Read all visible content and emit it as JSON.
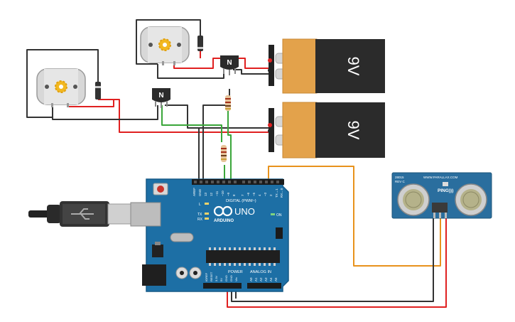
{
  "battery_top": {
    "voltage": "9V"
  },
  "battery_bottom": {
    "voltage": "9V"
  },
  "transistor_left": {
    "label": "N"
  },
  "transistor_right": {
    "label": "N"
  },
  "arduino": {
    "brand": "ARDUINO",
    "model": "UNO",
    "digital_header": "DIGITAL (PWM~)",
    "power_header": "POWER",
    "analog_header": "ANALOG IN",
    "led_l": "L",
    "led_tx": "TX",
    "led_rx": "RX",
    "led_on": "ON",
    "pins_top": [
      "AREF",
      "GND",
      "13",
      "12",
      "~11",
      "~10",
      "~9",
      "8",
      "7",
      "~6",
      "~5",
      "4",
      "~3",
      "2",
      "TX→1",
      "RX←0"
    ],
    "pins_power": [
      "IOREF",
      "RESET",
      "3.3V",
      "5V",
      "GND",
      "GND",
      "Vin"
    ],
    "pins_analog": [
      "A0",
      "A1",
      "A2",
      "A3",
      "A4",
      "A5"
    ]
  },
  "sensor": {
    "model_line1": "28015",
    "model_line2": "REV C",
    "url": "WWW.PARALLAX.COM",
    "name": "PING)))"
  },
  "colors": {
    "wire_red": "#e02020",
    "wire_black": "#333333",
    "wire_green": "#3aa63a",
    "wire_orange": "#e8921c",
    "board": "#1d6fa5",
    "battery_orange": "#e3a24b",
    "battery_black": "#2b2b2b",
    "sensor_board": "#2a6e9e"
  }
}
